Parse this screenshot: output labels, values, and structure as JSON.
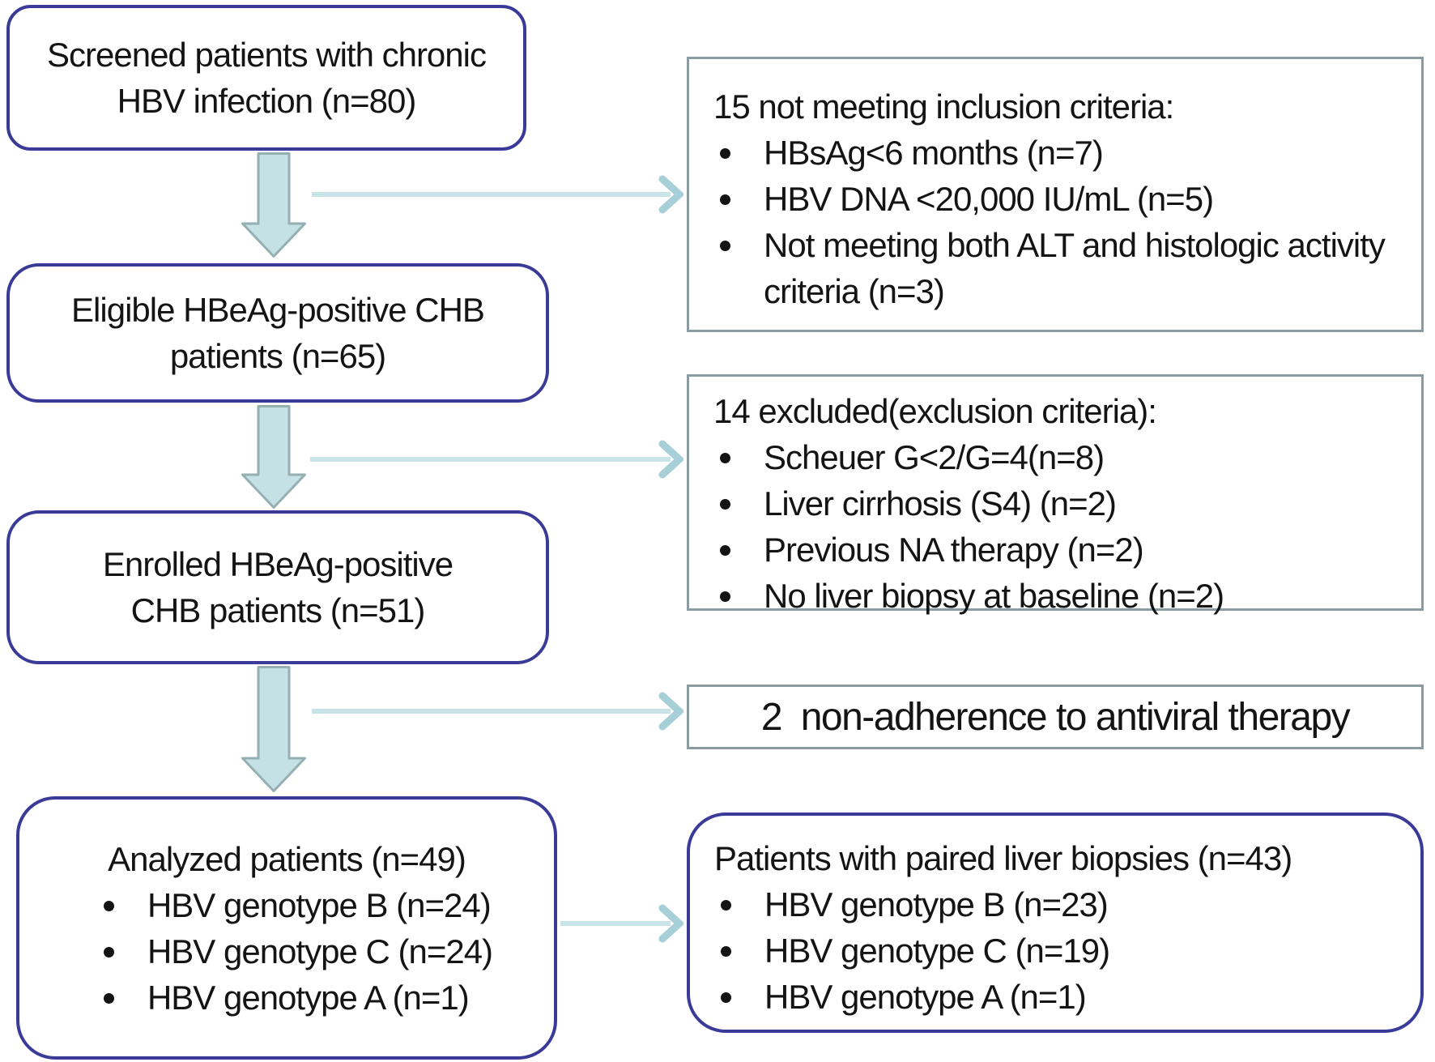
{
  "colors": {
    "blue_border": "#3a3a99",
    "grey_border": "#8a9c9f",
    "arrow_fill": "#c5e1e6",
    "arrow_stroke": "#95afb2",
    "connector": "#c9e4e8",
    "connector_head": "#a6cfd8",
    "text": "#141414",
    "background": "#ffffff"
  },
  "boxes": {
    "screened": {
      "lines": [
        "Screened patients with chronic",
        "HBV infection (n=80)"
      ]
    },
    "eligible": {
      "lines": [
        "Eligible HBeAg-positive CHB",
        "patients (n=65)"
      ]
    },
    "enrolled": {
      "lines": [
        "Enrolled HBeAg-positive",
        "CHB patients (n=51)"
      ]
    },
    "analyzed": {
      "title": "Analyzed patients (n=49)",
      "bullets": [
        "HBV genotype B (n=24)",
        "HBV genotype C (n=24)",
        "HBV genotype A (n=1)"
      ]
    },
    "not_meeting_inclusion": {
      "title": "15 not meeting inclusion criteria:",
      "bullets": [
        "HBsAg<6 months (n=7)",
        "HBV DNA <20,000 IU/mL (n=5)",
        "Not meeting both ALT and histologic activity criteria (n=3)"
      ]
    },
    "excluded": {
      "title": "14 excluded(exclusion criteria):",
      "bullets": [
        "Scheuer G<2/G=4(n=8)",
        "Liver cirrhosis (S4) (n=2)",
        "Previous NA therapy (n=2)",
        "No liver biopsy at baseline (n=2)"
      ]
    },
    "non_adherence": {
      "text": "2  non-adherence to antiviral therapy"
    },
    "paired_biopsies": {
      "title": "Patients with paired liver biopsies (n=43)",
      "bullets": [
        "HBV genotype B (n=23)",
        "HBV genotype C (n=19)",
        "HBV genotype A (n=1)"
      ]
    }
  }
}
